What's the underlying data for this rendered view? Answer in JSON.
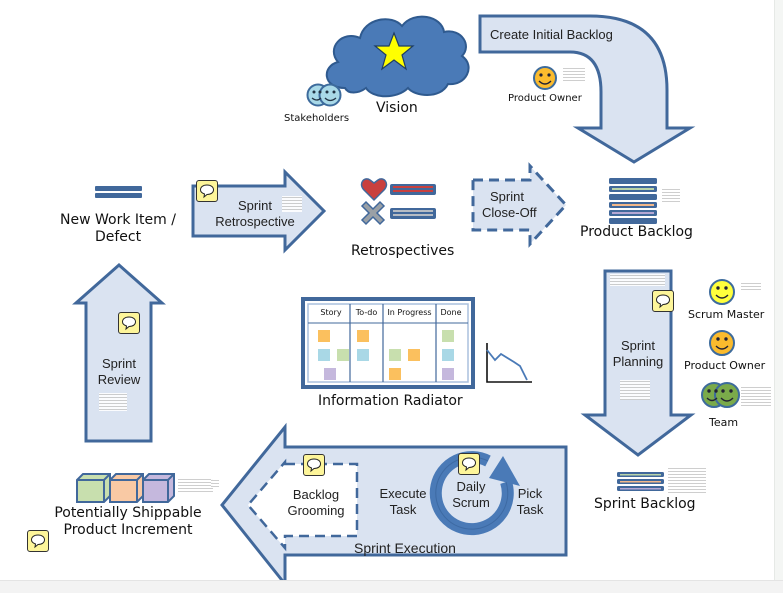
{
  "diagram": {
    "title": "Scrum Process Overview",
    "nodes": {
      "vision": {
        "label": "Vision"
      },
      "stakeholders": {
        "label": "Stakeholders"
      },
      "create_initial_backlog": {
        "label": "Create Initial Backlog"
      },
      "product_owner_top": {
        "label": "Product Owner"
      },
      "product_backlog": {
        "label": "Product Backlog"
      },
      "sprint_close_off": {
        "line1": "Sprint",
        "line2": "Close-Off"
      },
      "retrospectives": {
        "label": "Retrospectives"
      },
      "sprint_retrospective": {
        "line1": "Sprint",
        "line2": "Retrospective"
      },
      "new_work_item": {
        "line1": "New Work Item /",
        "line2": "Defect"
      },
      "sprint_review": {
        "line1": "Sprint",
        "line2": "Review"
      },
      "information_radiator": {
        "label": "Information Radiator",
        "columns": [
          "Story",
          "To-do",
          "In Progress",
          "Done"
        ]
      },
      "sprint_planning": {
        "line1": "Sprint",
        "line2": "Planning"
      },
      "scrum_master": {
        "label": "Scrum Master"
      },
      "product_owner_right": {
        "label": "Product Owner"
      },
      "team": {
        "label": "Team"
      },
      "sprint_backlog": {
        "label": "Sprint Backlog"
      },
      "sprint_execution": {
        "label": "Sprint Execution"
      },
      "backlog_grooming": {
        "line1": "Backlog",
        "line2": "Grooming"
      },
      "execute_task": {
        "line1": "Execute",
        "line2": "Task"
      },
      "daily_scrum": {
        "line1": "Daily",
        "line2": "Scrum"
      },
      "pick_task": {
        "line1": "Pick",
        "line2": "Task"
      },
      "potentially_shippable": {
        "line1": "Potentially Shippable",
        "line2": "Product Increment"
      }
    },
    "colors": {
      "arrow_fill": "#dae3f1",
      "arrow_stroke": "#41689b",
      "cloud": "#4a7ab7",
      "star": "#ffff00",
      "smiley_yellow": "#ffff3c",
      "smiley_orange": "#fbbb2d",
      "smiley_green": "#7aaa4a",
      "stakeholder": "#a9d9e8",
      "note": "#fdf59a"
    }
  }
}
